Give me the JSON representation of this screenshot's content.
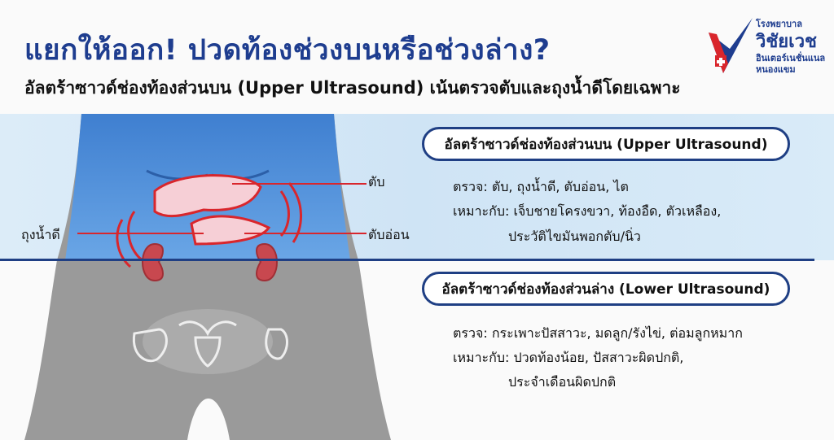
{
  "title": "แยกให้ออก! ปวดท้องช่วงบนหรือช่วงล่าง?",
  "subtitle": "อัลตร้าซาวด์ช่องท้องส่วนบน (Upper Ultrasound) เน้นตรวจตับและถุงน้ำดีโดยเฉพาะ",
  "logo": {
    "line1": "โรงพยาบาล",
    "line2": "วิชัยเวช",
    "line3": "อินเตอร์เนชั่นแนล",
    "line4": "หนองแขม"
  },
  "diagram_labels": {
    "liver": "ตับ",
    "gallbladder": "ถุงน้ำดี",
    "pancreas": "ตับอ่อน"
  },
  "upper": {
    "heading": "อัลตร้าซาวด์ช่องท้องส่วนบน (Upper Ultrasound)",
    "check": "ตรวจ: ตับ, ถุงน้ำดี, ตับอ่อน, ไต",
    "suitable": "เหมาะกับ: เจ็บชายโครงขวา, ท้องอืด, ตัวเหลือง,",
    "suitable2": "ประวัติไขมันพอกตับ/นิ่ว"
  },
  "lower": {
    "heading": "อัลตร้าซาวด์ช่องท้องส่วนล่าง (Lower Ultrasound)",
    "check": "ตรวจ: กระเพาะปัสสาวะ, มดลูก/รังไข่, ต่อมลูกหมาก",
    "suitable": "เหมาะกับ: ปวดท้องน้อย, ปัสสาวะผิดปกติ,",
    "suitable2": "ประจำเดือนผิดปกติ"
  },
  "colors": {
    "brand": "#1e3d8f",
    "organ": "#d9262c",
    "band": "#d4e7f6"
  }
}
